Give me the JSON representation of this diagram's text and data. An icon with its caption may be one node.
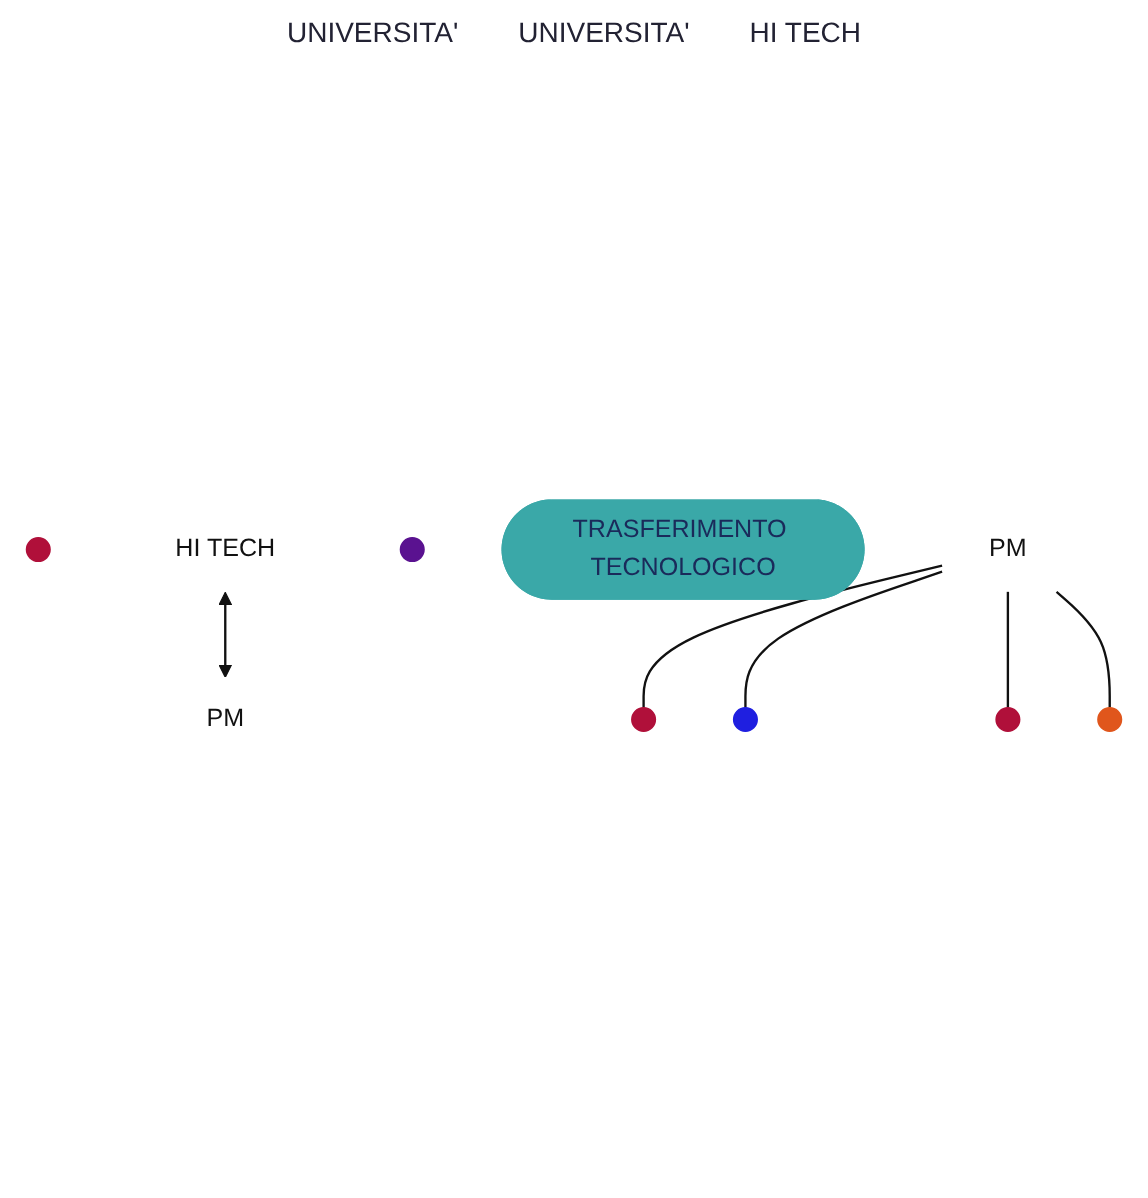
{
  "diagram": {
    "nodes": [
      {
        "text": [],
        "shape": "circle"
      },
      {
        "text": [
          "HI TECH"
        ]
      },
      {
        "text": [],
        "shape": "circle"
      },
      {
        "text": [
          "PM"
        ]
      },
      {
        "text": [
          "TRASFERIMENTO TECNOLOGICO"
        ]
      },
      {
        "text": [
          "PM"
        ]
      },
      {
        "text": [],
        "shape": "circle"
      },
      {
        "text": [],
        "shape": "circle"
      },
      {
        "text": [],
        "shape": "circle"
      },
      {
        "text": [],
        "shape": "circle"
      }
    ],
    "edges": [
      {
        "from": 1,
        "to": 3,
        "arrow": "both"
      },
      {
        "from": 5,
        "to": 6,
        "arrow": "none"
      },
      {
        "from": 5,
        "to": 7,
        "arrow": "none"
      },
      {
        "from": 5,
        "to": 8,
        "arrow": "none"
      },
      {
        "from": 5,
        "to": 9,
        "arrow": "none"
      }
    ],
    "labels": [
      "UNIVERSITA'",
      "UNIVERSITA'",
      "HI TECH"
    ]
  }
}
